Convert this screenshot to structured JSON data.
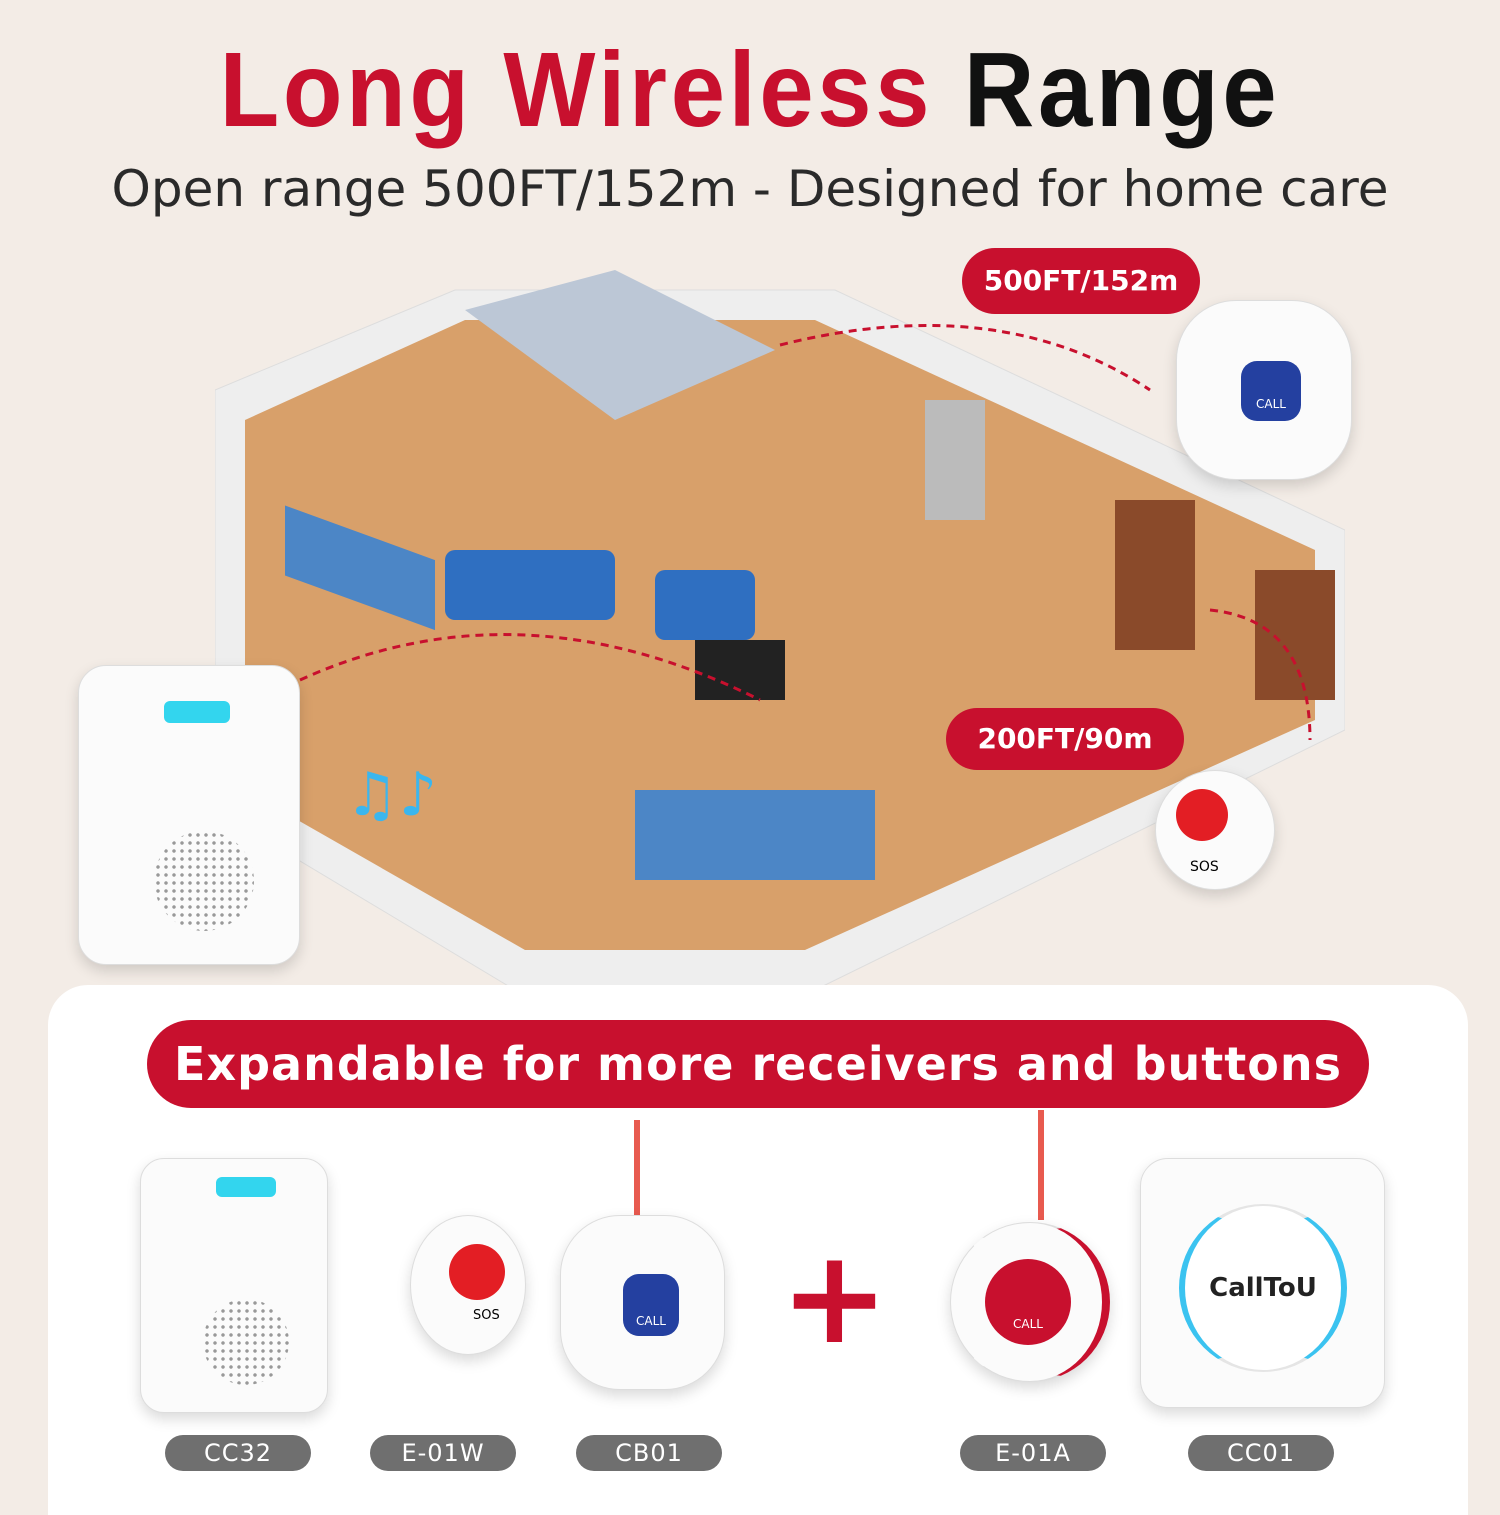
{
  "header": {
    "title_red": "Long Wireless",
    "title_black": "Range",
    "subtitle": "Open range 500FT/152m - Designed for home care"
  },
  "ranges": {
    "call_button": "500FT/152m",
    "watch": "200FT/90m"
  },
  "devices": {
    "call_label": "CALL",
    "sos_label": "SOS",
    "brand": "CallToU"
  },
  "expand": {
    "banner": "Expandable for more receivers and buttons",
    "plus": "+"
  },
  "products": [
    {
      "model": "CC32"
    },
    {
      "model": "E-01W"
    },
    {
      "model": "CB01"
    },
    {
      "model": "E-01A"
    },
    {
      "model": "CC01"
    }
  ],
  "colors": {
    "accent": "#c8102e",
    "tag": "#6f6f6f"
  }
}
